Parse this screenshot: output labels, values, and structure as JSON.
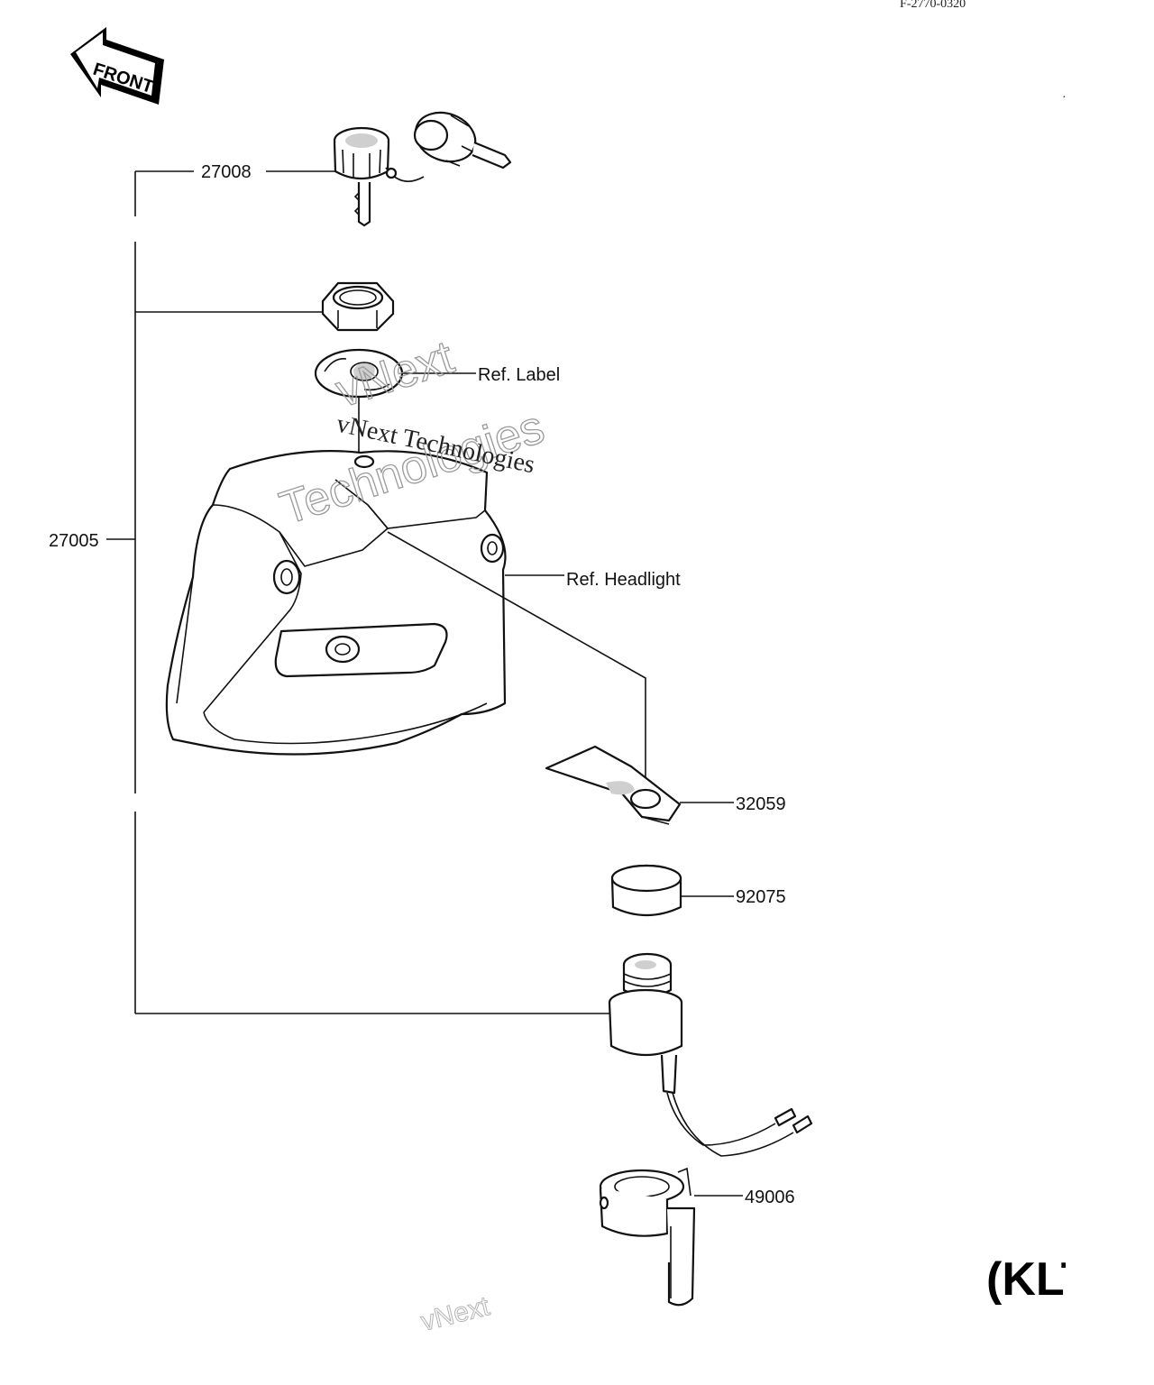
{
  "diagram": {
    "figure_code": "F-2770-0320",
    "front_indicator": "FRONT",
    "model_tag": "(KLT",
    "part_labels": {
      "p27008": "27008",
      "p27005": "27005",
      "ref_label": "Ref. Label",
      "ref_headlight": "Ref. Headlight",
      "p32059": "32059",
      "p92075": "92075",
      "p49006": "49006"
    },
    "watermarks": [
      "vNext Technologies",
      "vNext",
      "Technologies",
      "vNext"
    ]
  }
}
